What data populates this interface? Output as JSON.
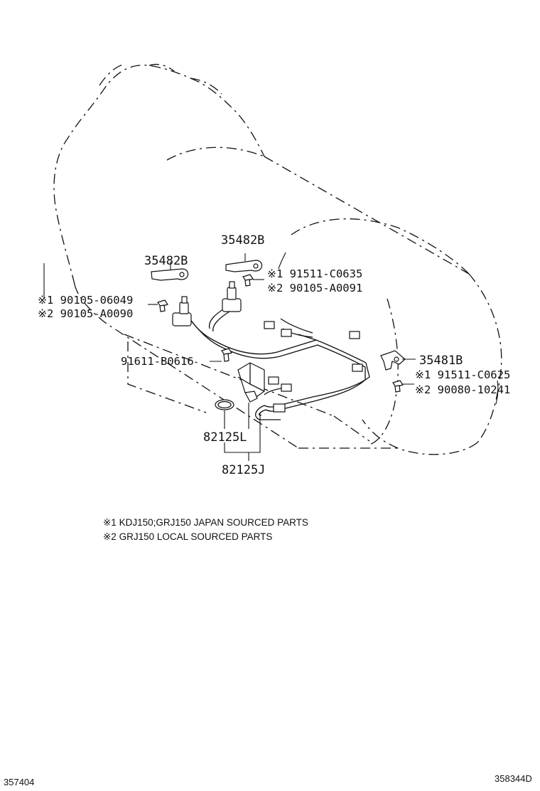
{
  "labels": {
    "p35482b_left": "35482B",
    "p35482b_top": "35482B",
    "bolt_left_1": "※1 90105-06049",
    "bolt_left_2": "※2 90105-A0090",
    "bolt_top_1": "※1 91511-C0635",
    "bolt_top_2": "※2 90105-A0091",
    "p91611": "91611-B0616",
    "p35481b": "35481B",
    "bolt_right_1": "※1 91511-C0625",
    "bolt_right_2": "※2 90080-10241",
    "p82125l": "82125L",
    "p82125j": "82125J"
  },
  "notes": {
    "note1": "※1 KDJ150;GRJ150 JAPAN SOURCED PARTS",
    "note2": "※2 GRJ150 LOCAL SOURCED PARTS"
  },
  "codes": {
    "left": "357404",
    "right": "358344D"
  }
}
